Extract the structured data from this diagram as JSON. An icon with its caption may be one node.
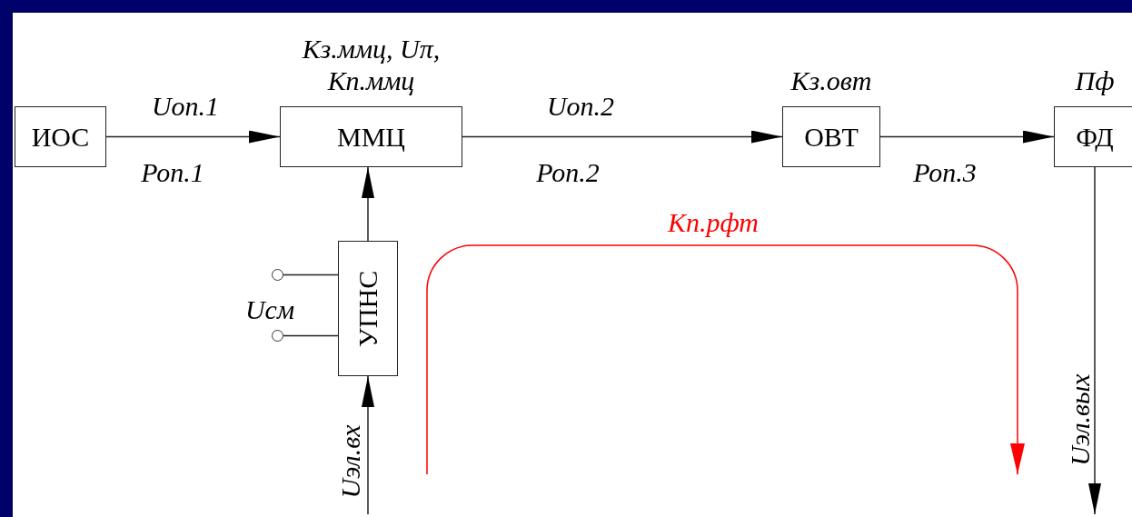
{
  "diagram": {
    "nodes": [
      {
        "text": [
          "ИОС"
        ]
      },
      {
        "text": [
          "ММЦ"
        ],
        "beside": [
          "Кз.ммц, Uπ, Кп.ммц"
        ]
      },
      {
        "text": [
          "ОВТ"
        ],
        "beside": [
          "Кз.овт"
        ]
      },
      {
        "text": [
          "ФД"
        ],
        "beside": [
          "Пф"
        ]
      },
      {
        "text": [
          "УПНС"
        ]
      },
      {
        "text": [],
        "shape": "circle"
      },
      {
        "text": [],
        "shape": "circle"
      }
    ],
    "edges": [
      {
        "from": 0,
        "to": 1,
        "arrow": "to",
        "label": "Uоп.1"
      },
      {
        "from": 1,
        "to": 2,
        "arrow": "to",
        "label": "Uоп.2"
      },
      {
        "from": 2,
        "to": 3,
        "arrow": "to"
      },
      {
        "from": 4,
        "to": 1,
        "arrow": "to"
      },
      {
        "from": null,
        "to": 4,
        "arrow": "to",
        "label": "Uэл.вх"
      },
      {
        "from": 3,
        "to": null,
        "arrow": "to",
        "label": "Uэл.вых"
      },
      {
        "from": 5,
        "to": 4,
        "arrow": "none"
      },
      {
        "from": 6,
        "to": 4,
        "arrow": "none"
      }
    ],
    "labels": [
      "Роп.1",
      "Роп.2",
      "Роп.3",
      "Кп.рфт",
      "Uсм"
    ]
  }
}
